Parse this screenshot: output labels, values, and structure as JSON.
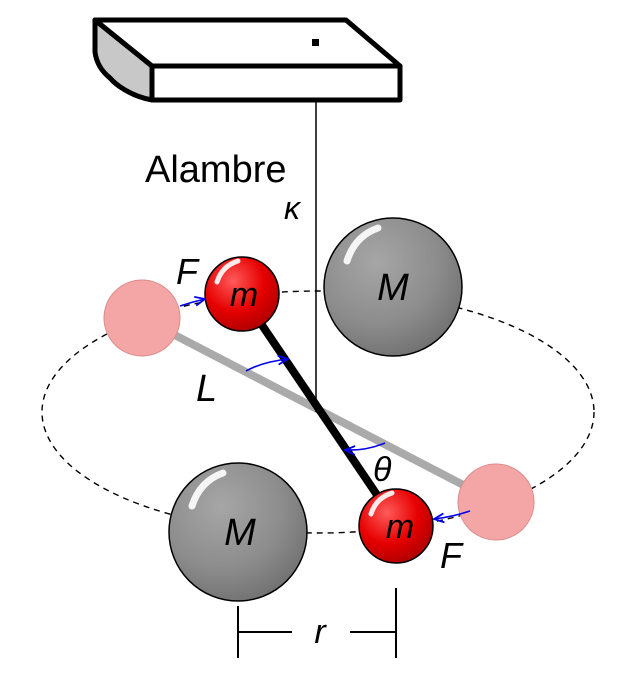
{
  "labels": {
    "wire": "Alambre",
    "kappa": "κ",
    "force_top": "F",
    "force_bottom": "F",
    "length": "L",
    "angle": "θ",
    "distance": "r",
    "small_mass_top": "m",
    "small_mass_bottom": "m",
    "large_mass_right": "M",
    "large_mass_left": "M"
  },
  "colors": {
    "small_mass": "#e60000",
    "ghost_mass": "#f4a6a6",
    "large_mass": "#8c8c8c",
    "rest_rod": "#aaaaaa",
    "rod": "#000000",
    "force_arrow": "#0000ee",
    "support_side": "#c8c8c8"
  }
}
